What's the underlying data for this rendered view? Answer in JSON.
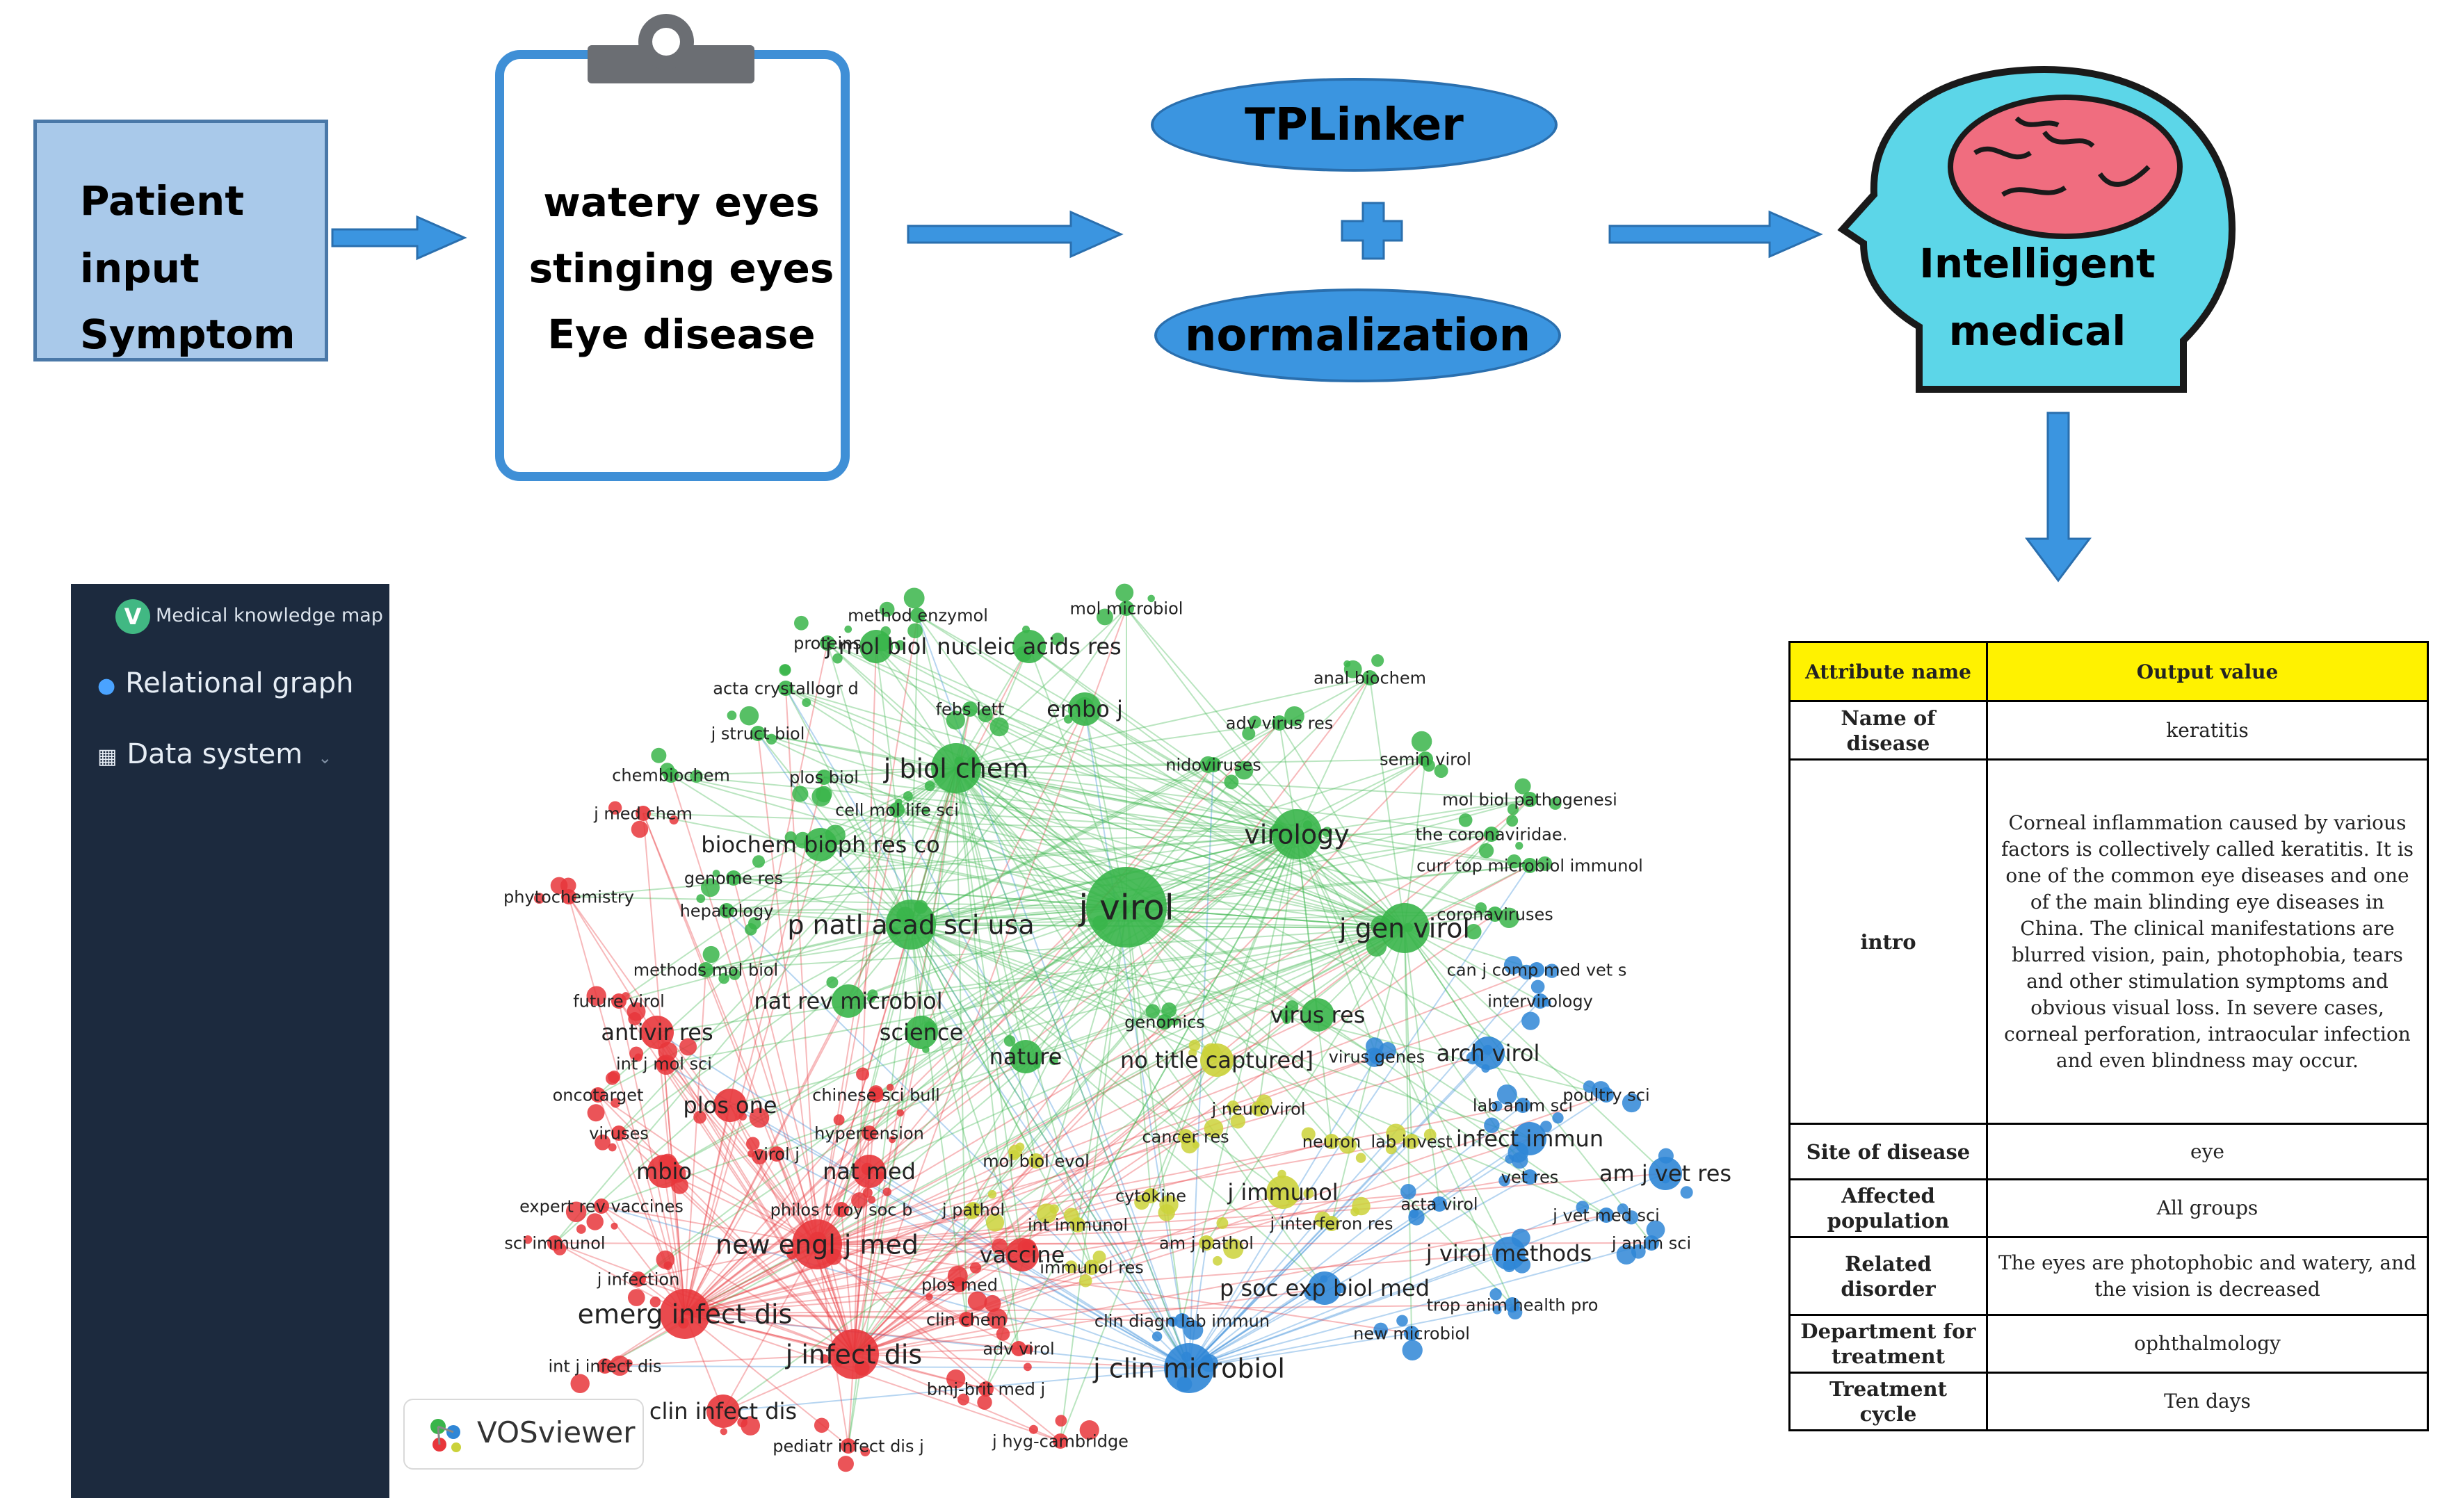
{
  "patient": {
    "line1": "Patient",
    "line2": "input",
    "line3": "Symptom"
  },
  "symptoms": {
    "line1": "watery eyes",
    "line2": "stinging eyes",
    "line3": "Eye disease"
  },
  "model": {
    "top": "TPLinker",
    "plus": "+",
    "bottom": "normalization"
  },
  "head": {
    "line1": "Intelligent",
    "line2": "medical"
  },
  "sidebar": {
    "logo_letter": "V",
    "title": "Medical knowledge map",
    "items": [
      {
        "label": "Relational graph",
        "icon": "graph-icon"
      },
      {
        "label": "Data system",
        "icon": "grid-icon"
      }
    ]
  },
  "vosviewer": {
    "label": "VOSviewer"
  },
  "colors": {
    "green": "#39b54a",
    "red": "#e8363b",
    "blue": "#2f86d6",
    "yellow": "#cbd23a",
    "arrow": "#3b95e0"
  },
  "network": {
    "nodes": [
      {
        "label": "j virol",
        "cluster": "green",
        "size": "xl"
      },
      {
        "label": "p natl acad sci usa",
        "cluster": "green",
        "size": "l"
      },
      {
        "label": "j gen virol",
        "cluster": "green",
        "size": "l"
      },
      {
        "label": "virology",
        "cluster": "green",
        "size": "l"
      },
      {
        "label": "j biol chem",
        "cluster": "green",
        "size": "l"
      },
      {
        "label": "j mol biol",
        "cluster": "green",
        "size": "m"
      },
      {
        "label": "nucleic acids res",
        "cluster": "green",
        "size": "m"
      },
      {
        "label": "embo j",
        "cluster": "green",
        "size": "m"
      },
      {
        "label": "febs lett",
        "cluster": "green",
        "size": "s"
      },
      {
        "label": "biochem bioph res co",
        "cluster": "green",
        "size": "m"
      },
      {
        "label": "method enzymol",
        "cluster": "green",
        "size": "s"
      },
      {
        "label": "mol microbiol",
        "cluster": "green",
        "size": "s"
      },
      {
        "label": "proteins",
        "cluster": "green",
        "size": "s"
      },
      {
        "label": "acta crystallogr d",
        "cluster": "green",
        "size": "s"
      },
      {
        "label": "anal biochem",
        "cluster": "green",
        "size": "s"
      },
      {
        "label": "adv virus res",
        "cluster": "green",
        "size": "s"
      },
      {
        "label": "j struct biol",
        "cluster": "green",
        "size": "s"
      },
      {
        "label": "chembiochem",
        "cluster": "green",
        "size": "s"
      },
      {
        "label": "plos biol",
        "cluster": "green",
        "size": "s"
      },
      {
        "label": "nidoviruses",
        "cluster": "green",
        "size": "s"
      },
      {
        "label": "semin virol",
        "cluster": "green",
        "size": "s"
      },
      {
        "label": "j med chem",
        "cluster": "red",
        "size": "s"
      },
      {
        "label": "cell mol life sci",
        "cluster": "green",
        "size": "s"
      },
      {
        "label": "mol biol pathogenesi",
        "cluster": "green",
        "size": "s"
      },
      {
        "label": "the coronaviridae.",
        "cluster": "green",
        "size": "s"
      },
      {
        "label": "curr top microbiol immunol",
        "cluster": "green",
        "size": "s"
      },
      {
        "label": "genome res",
        "cluster": "green",
        "size": "s"
      },
      {
        "label": "phytochemistry",
        "cluster": "red",
        "size": "s"
      },
      {
        "label": "hepatology",
        "cluster": "green",
        "size": "s"
      },
      {
        "label": "coronaviruses",
        "cluster": "green",
        "size": "s"
      },
      {
        "label": "methods mol biol",
        "cluster": "green",
        "size": "s"
      },
      {
        "label": "can j comp med vet s",
        "cluster": "blue",
        "size": "s"
      },
      {
        "label": "future virol",
        "cluster": "red",
        "size": "s"
      },
      {
        "label": "nat rev microbiol",
        "cluster": "green",
        "size": "m"
      },
      {
        "label": "intervirology",
        "cluster": "blue",
        "size": "s"
      },
      {
        "label": "genomics",
        "cluster": "green",
        "size": "s"
      },
      {
        "label": "virus res",
        "cluster": "green",
        "size": "m"
      },
      {
        "label": "antivir res",
        "cluster": "red",
        "size": "m"
      },
      {
        "label": "science",
        "cluster": "green",
        "size": "m"
      },
      {
        "label": "nature",
        "cluster": "green",
        "size": "m"
      },
      {
        "label": "int j mol sci",
        "cluster": "red",
        "size": "s"
      },
      {
        "label": "no title captured]",
        "cluster": "yellow",
        "size": "m"
      },
      {
        "label": "virus genes",
        "cluster": "blue",
        "size": "s"
      },
      {
        "label": "arch virol",
        "cluster": "blue",
        "size": "m"
      },
      {
        "label": "oncotarget",
        "cluster": "red",
        "size": "s"
      },
      {
        "label": "chinese sci bull",
        "cluster": "red",
        "size": "s"
      },
      {
        "label": "plos one",
        "cluster": "red",
        "size": "m"
      },
      {
        "label": "poultry sci",
        "cluster": "blue",
        "size": "s"
      },
      {
        "label": "j neurovirol",
        "cluster": "yellow",
        "size": "s"
      },
      {
        "label": "lab anim sci",
        "cluster": "blue",
        "size": "s"
      },
      {
        "label": "viruses",
        "cluster": "red",
        "size": "s"
      },
      {
        "label": "hypertension",
        "cluster": "red",
        "size": "s"
      },
      {
        "label": "virol j",
        "cluster": "red",
        "size": "s"
      },
      {
        "label": "cancer res",
        "cluster": "yellow",
        "size": "s"
      },
      {
        "label": "neuron",
        "cluster": "yellow",
        "size": "s"
      },
      {
        "label": "lab invest",
        "cluster": "yellow",
        "size": "s"
      },
      {
        "label": "infect immun",
        "cluster": "blue",
        "size": "m"
      },
      {
        "label": "mbio",
        "cluster": "red",
        "size": "m"
      },
      {
        "label": "nat med",
        "cluster": "red",
        "size": "m"
      },
      {
        "label": "mol biol evol",
        "cluster": "yellow",
        "size": "s"
      },
      {
        "label": "vet res",
        "cluster": "blue",
        "size": "s"
      },
      {
        "label": "am j vet res",
        "cluster": "blue",
        "size": "m"
      },
      {
        "label": "j immunol",
        "cluster": "yellow",
        "size": "m"
      },
      {
        "label": "cytokine",
        "cluster": "yellow",
        "size": "s"
      },
      {
        "label": "expert rev vaccines",
        "cluster": "red",
        "size": "s"
      },
      {
        "label": "philos t roy soc b",
        "cluster": "red",
        "size": "s"
      },
      {
        "label": "j pathol",
        "cluster": "yellow",
        "size": "s"
      },
      {
        "label": "acta virol",
        "cluster": "blue",
        "size": "s"
      },
      {
        "label": "j vet med sci",
        "cluster": "blue",
        "size": "s"
      },
      {
        "label": "int immunol",
        "cluster": "yellow",
        "size": "s"
      },
      {
        "label": "j interferon res",
        "cluster": "yellow",
        "size": "s"
      },
      {
        "label": "sci immunol",
        "cluster": "red",
        "size": "s"
      },
      {
        "label": "new engl j med",
        "cluster": "red",
        "size": "l"
      },
      {
        "label": "am j pathol",
        "cluster": "yellow",
        "size": "s"
      },
      {
        "label": "vaccine",
        "cluster": "red",
        "size": "m"
      },
      {
        "label": "j virol methods",
        "cluster": "blue",
        "size": "m"
      },
      {
        "label": "j anim sci",
        "cluster": "blue",
        "size": "s"
      },
      {
        "label": "immunol res",
        "cluster": "yellow",
        "size": "s"
      },
      {
        "label": "j infection",
        "cluster": "red",
        "size": "s"
      },
      {
        "label": "plos med",
        "cluster": "red",
        "size": "s"
      },
      {
        "label": "p soc exp biol med",
        "cluster": "blue",
        "size": "m"
      },
      {
        "label": "trop anim health pro",
        "cluster": "blue",
        "size": "s"
      },
      {
        "label": "emerg infect dis",
        "cluster": "red",
        "size": "l"
      },
      {
        "label": "clin chem",
        "cluster": "red",
        "size": "s"
      },
      {
        "label": "clin diagn lab immun",
        "cluster": "blue",
        "size": "s"
      },
      {
        "label": "new microbiol",
        "cluster": "blue",
        "size": "s"
      },
      {
        "label": "adv virol",
        "cluster": "red",
        "size": "s"
      },
      {
        "label": "j infect dis",
        "cluster": "red",
        "size": "l"
      },
      {
        "label": "int j infect dis",
        "cluster": "red",
        "size": "s"
      },
      {
        "label": "j clin microbiol",
        "cluster": "blue",
        "size": "l"
      },
      {
        "label": "bmj-brit med j",
        "cluster": "red",
        "size": "s"
      },
      {
        "label": "clin infect dis",
        "cluster": "red",
        "size": "m"
      },
      {
        "label": "pediatr infect dis j",
        "cluster": "red",
        "size": "s"
      },
      {
        "label": "j hyg-cambridge",
        "cluster": "red",
        "size": "s"
      }
    ]
  },
  "table": {
    "headers": [
      "Attribute name",
      "Output value"
    ],
    "rows": [
      {
        "key": "Name of disease",
        "value": "keratitis"
      },
      {
        "key": "intro",
        "value": "Corneal inflammation caused by various factors is collectively called keratitis. It is one of the common eye diseases and one of the main blinding eye diseases in China. The clinical manifestations are blurred vision, pain, photophobia, tears and other stimulation symptoms and obvious visual loss. In severe cases, corneal perforation, intraocular infection and even blindness may occur."
      },
      {
        "key": "Site of disease",
        "value": "eye"
      },
      {
        "key": "Affected population",
        "value": "All groups"
      },
      {
        "key": "Related disorder",
        "value": "The eyes are photophobic and watery, and the vision is decreased"
      },
      {
        "key": "Department for treatment",
        "value": "ophthalmology"
      },
      {
        "key": "Treatment cycle",
        "value": "Ten days"
      }
    ]
  }
}
